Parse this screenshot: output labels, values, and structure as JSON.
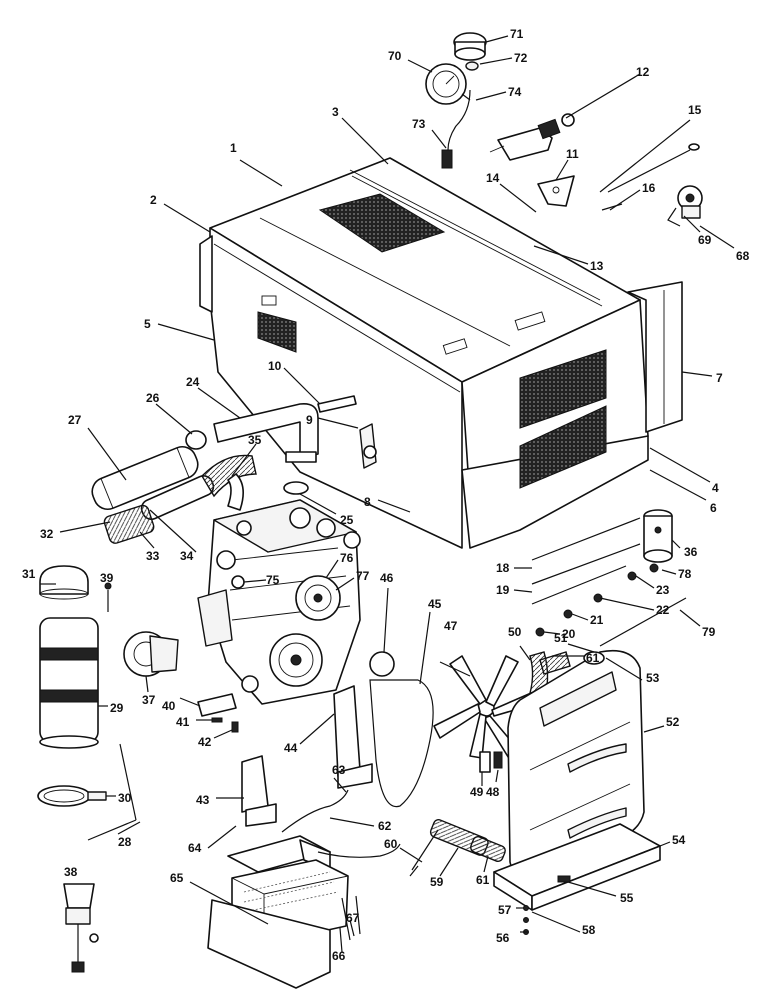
{
  "callouts": [
    "1",
    "2",
    "3",
    "4",
    "5",
    "6",
    "7",
    "8",
    "9",
    "10",
    "11",
    "12",
    "13",
    "14",
    "15",
    "16",
    "18",
    "19",
    "20",
    "21",
    "22",
    "23",
    "24",
    "25",
    "26",
    "27",
    "28",
    "29",
    "30",
    "31",
    "32",
    "33",
    "34",
    "35",
    "36",
    "37",
    "38",
    "39",
    "40",
    "41",
    "42",
    "43",
    "44",
    "45",
    "46",
    "47",
    "48",
    "49",
    "50",
    "51",
    "52",
    "53",
    "54",
    "55",
    "56",
    "57",
    "58",
    "59",
    "60",
    "61",
    "61",
    "62",
    "63",
    "64",
    "65",
    "66",
    "67",
    "68",
    "69",
    "70",
    "71",
    "72",
    "73",
    "74",
    "75",
    "76",
    "77",
    "78",
    "79"
  ]
}
